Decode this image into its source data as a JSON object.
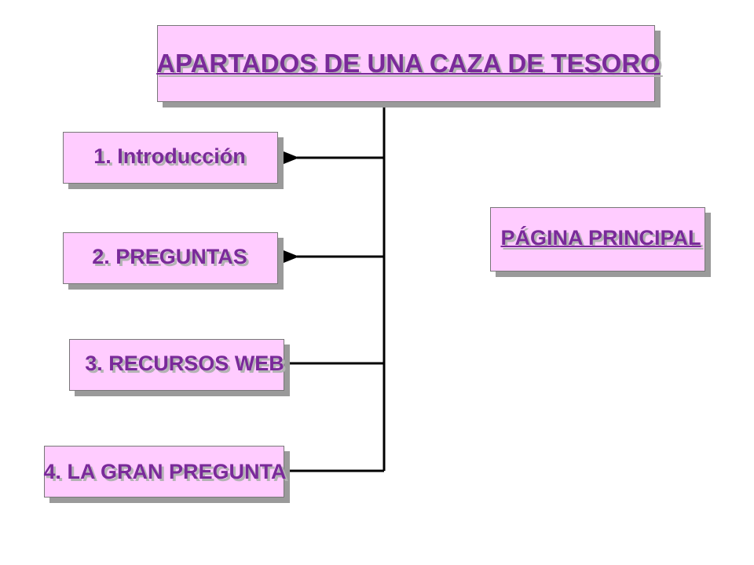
{
  "diagram": {
    "title": "APARTADOS DE UNA CAZA DE TESORO",
    "items": [
      {
        "label": "1. Introducción"
      },
      {
        "label": "2. PREGUNTAS"
      },
      {
        "label": "3. RECURSOS WEB"
      },
      {
        "label": "4. LA GRAN PREGUNTA"
      }
    ],
    "main_page": "PÁGINA PRINCIPAL"
  },
  "colors": {
    "box_fill": "#ffccff",
    "text": "#7a2a9a",
    "text_shadow": "#b3b3b3",
    "box_shadow": "#9a9a9a",
    "connector": "#000000"
  }
}
